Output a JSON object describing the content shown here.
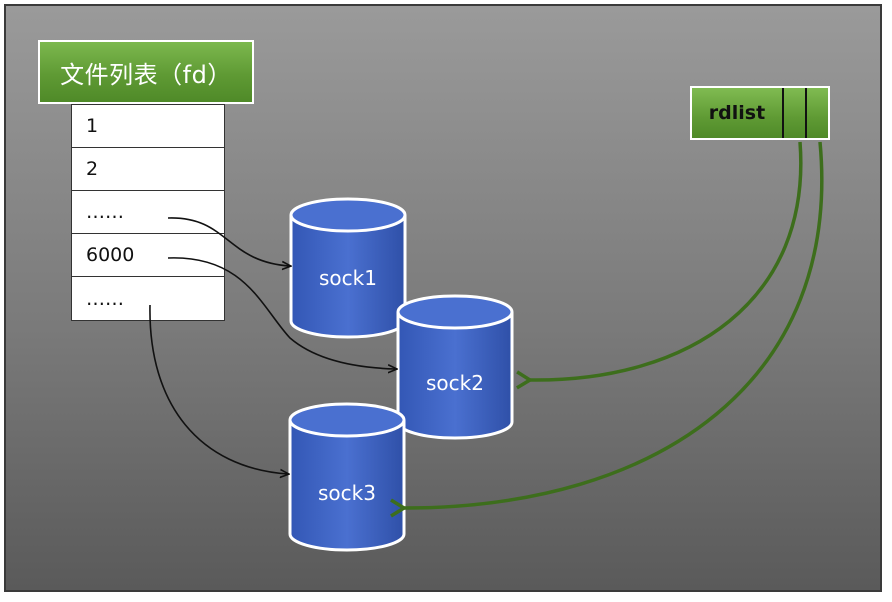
{
  "fd_table": {
    "title": "文件列表（fd）",
    "rows": [
      "1",
      "2",
      "……",
      "6000",
      "……"
    ]
  },
  "rdlist": {
    "label": "rdlist"
  },
  "sockets": [
    {
      "label": "sock1"
    },
    {
      "label": "sock2"
    },
    {
      "label": "sock3"
    }
  ],
  "colors": {
    "background": "#7a7a7a",
    "green_box": "#5f9a34",
    "socket_fill": "#3f62c0",
    "green_arrow": "#3d6e1c",
    "black_arrow": "#111111"
  }
}
